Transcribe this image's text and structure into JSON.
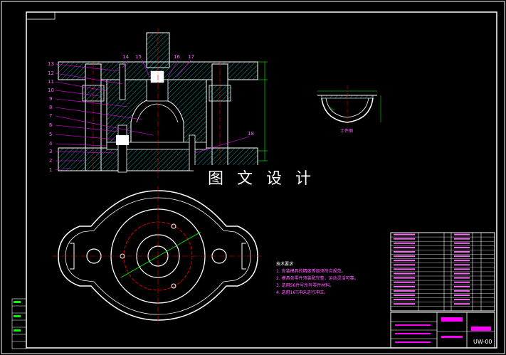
{
  "watermark": "图 文 设 计",
  "part_labels_left": [
    "13",
    "12",
    "11",
    "10",
    "9",
    "8",
    "7",
    "6",
    "5",
    "4",
    "3",
    "2",
    "1"
  ],
  "part_labels_top": [
    "14",
    "15",
    "16",
    "17"
  ],
  "part_label_right": "18",
  "workpiece_caption": "工件图",
  "tech_requirements": {
    "title": "技术要求",
    "items": [
      "1. 安装模具的精度等级须符合规范。",
      "2. 模具各零件须装配完整，运动灵活可靠。",
      "3. 选用56件号所有零件材料。",
      "4. 选用16T冲床进行冲压。"
    ]
  },
  "title_block": {
    "drawing_no": "UW-00"
  },
  "colors": {
    "background": "#000000",
    "outline": "#ffffff",
    "hatch": "#00ffff",
    "leader": "#ff00ff",
    "centerline": "#ff0000",
    "dimension": "#00ff00",
    "label": "#ff66ff"
  }
}
